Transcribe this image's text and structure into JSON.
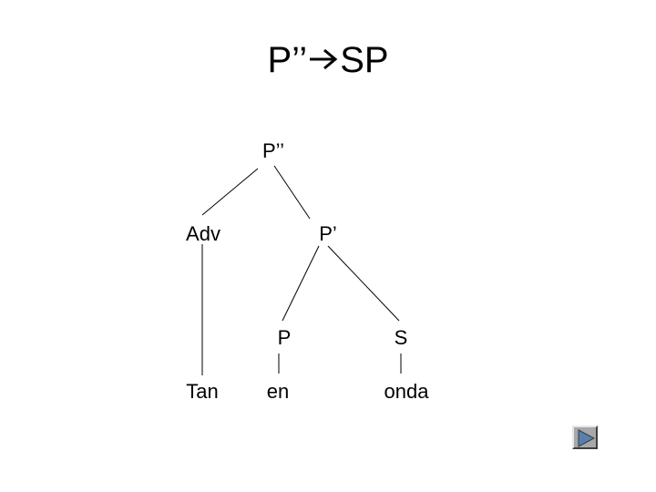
{
  "slide": {
    "title": {
      "left": "P’’",
      "right": "SP",
      "arrow_icon": "right-arrow-icon"
    }
  },
  "tree": {
    "root": "P’’",
    "adv": "Adv",
    "pbar": "P’",
    "p": "P",
    "s": "S",
    "tan": "Tan",
    "en": "en",
    "onda": "onda"
  },
  "nav": {
    "next_icon": "play-triangle-icon",
    "colors": {
      "button_face": "#a8a8a8",
      "triangle": "#5b7fa8"
    }
  }
}
